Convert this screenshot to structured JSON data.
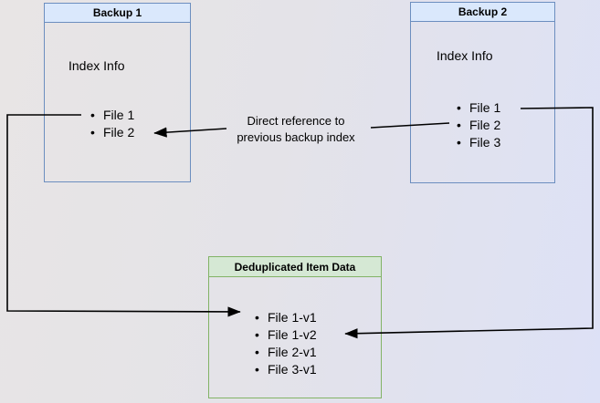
{
  "diagram": {
    "background": {
      "gradient_left": "#e8e5e5",
      "gradient_right": "#dde1f6"
    },
    "connector_color": "#000000",
    "boxes": {
      "backup1": {
        "title": "Backup 1",
        "header_fill": "#dae8fc",
        "border_color": "#6c8ebf",
        "section_label": "Index Info",
        "items": [
          "File 1",
          "File 2"
        ]
      },
      "backup2": {
        "title": "Backup 2",
        "header_fill": "#dae8fc",
        "border_color": "#6c8ebf",
        "section_label": "Index Info",
        "items": [
          "File 1",
          "File 2",
          "File 3"
        ]
      },
      "dedup": {
        "title": "Deduplicated Item Data",
        "header_fill": "#d5e8d4",
        "border_color": "#82b366",
        "items": [
          "File 1-v1",
          "File 1-v2",
          "File 2-v1",
          "File 3-v1"
        ]
      }
    },
    "annotation": {
      "line1": "Direct reference to",
      "line2": "previous backup index"
    }
  }
}
